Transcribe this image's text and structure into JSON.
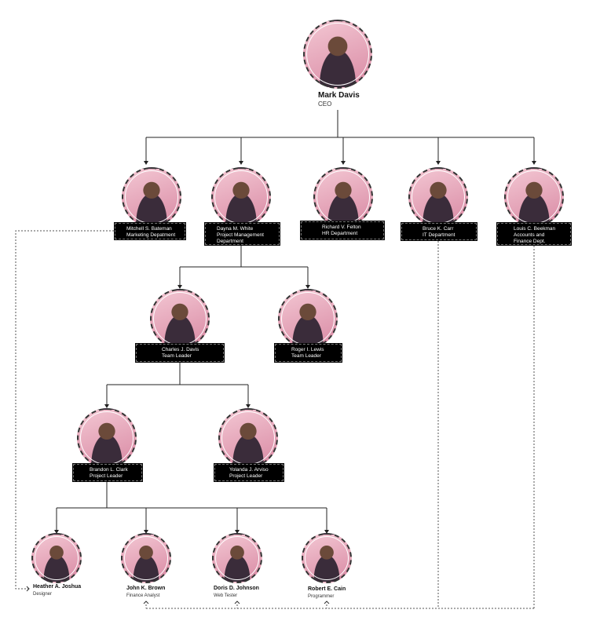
{
  "ceo": {
    "name": "Mark Davis",
    "title": "CEO"
  },
  "departments": [
    {
      "name": "Mitchell S. Bateman",
      "title": "Marketing Depatment"
    },
    {
      "name": "Dayna M. White",
      "title": "Project Management",
      "title2": "Department"
    },
    {
      "name": "Richard V. Felton",
      "title": "HR Department"
    },
    {
      "name": "Bruce K. Carr",
      "title": "IT Department"
    },
    {
      "name": "Louis C. Beekman",
      "title": "Accounts and",
      "title2": "Finance Dept."
    }
  ],
  "team_leaders": [
    {
      "name": "Charles J. Davis",
      "title": "Team Leader"
    },
    {
      "name": "Roger I. Lewis",
      "title": "Team Leader"
    }
  ],
  "project_leaders": [
    {
      "name": "Brandon L. Clark",
      "title": "Project Leader"
    },
    {
      "name": "Yolanda J. Arviso",
      "title": "Project Leader"
    }
  ],
  "staff": [
    {
      "name": "Heather A. Joshua",
      "title": "Designer"
    },
    {
      "name": "John K. Brown",
      "title": "Finance Analyst"
    },
    {
      "name": "Doris D. Johnson",
      "title": "Web Tester"
    },
    {
      "name": "Robert E. Cain",
      "title": "Programmer"
    }
  ]
}
